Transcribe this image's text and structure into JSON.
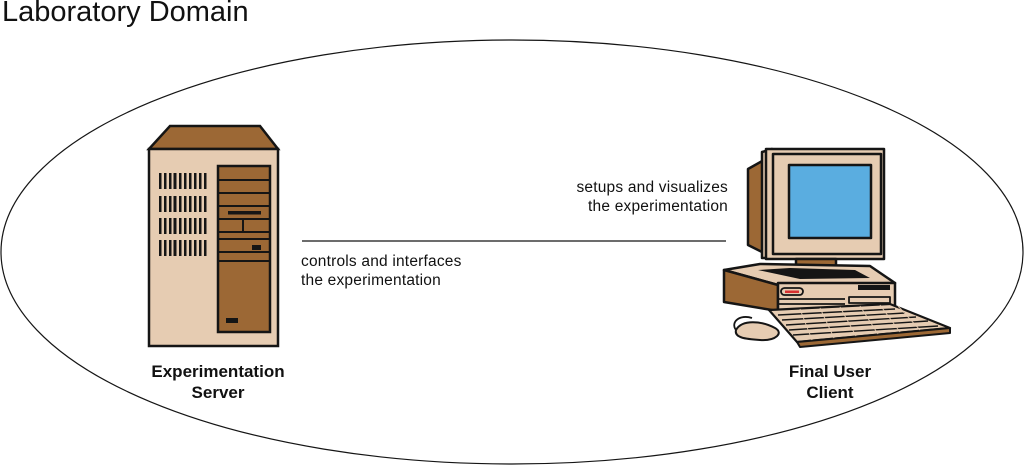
{
  "diagram": {
    "title": "Laboratory Domain",
    "domain_boundary": "ellipse",
    "nodes": [
      {
        "id": "server",
        "label_lines": [
          "Experimentation",
          "Server"
        ],
        "icon": "server-tower-icon",
        "description_lines": [
          "controls and interfaces",
          "the experimentation"
        ]
      },
      {
        "id": "client",
        "label_lines": [
          "Final User",
          "Client"
        ],
        "icon": "desktop-computer-icon",
        "description_lines": [
          "setups and visualizes",
          "the experimentation"
        ]
      }
    ],
    "edges": [
      {
        "from": "server",
        "to": "client",
        "style": "solid-line"
      }
    ],
    "colors": {
      "case_beige": "#e6ccb2",
      "case_brown": "#9c6835",
      "screen_blue": "#5aade0",
      "outline": "#151515",
      "led_red": "#d83030"
    }
  }
}
